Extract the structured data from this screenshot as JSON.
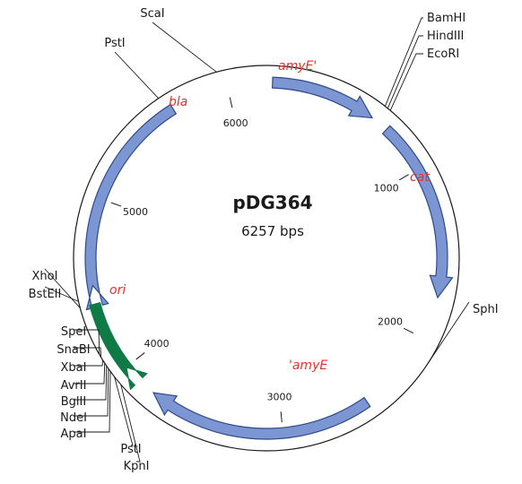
{
  "plasmid": {
    "name": "pDG364",
    "size_label": "6257 bps",
    "total_bp": 6257
  },
  "colors": {
    "backbone": "#1a1a1a",
    "gene_arrow": "#7b96d2",
    "gene_arrow_stroke": "#2f4a8a",
    "ori_arrow": "#0f7a45",
    "gene_label": "#e8312a"
  },
  "ticks": [
    {
      "bp": 1000,
      "label": "1000"
    },
    {
      "bp": 2000,
      "label": "2000"
    },
    {
      "bp": 3000,
      "label": "3000"
    },
    {
      "bp": 4000,
      "label": "4000"
    },
    {
      "bp": 5000,
      "label": "5000"
    },
    {
      "bp": 6000,
      "label": "6000"
    }
  ],
  "features": [
    {
      "name": "amyE'",
      "type": "gene",
      "label": "amyE'"
    },
    {
      "name": "cat",
      "type": "gene",
      "label": "cat"
    },
    {
      "name": "'amyE",
      "type": "gene",
      "label": "'amyE"
    },
    {
      "name": "ori",
      "type": "origin",
      "label": "ori"
    },
    {
      "name": "bla",
      "type": "gene",
      "label": "bla"
    }
  ],
  "sites": [
    {
      "name": "ScaI"
    },
    {
      "name": "PstI"
    },
    {
      "name": "BamHI"
    },
    {
      "name": "HindIII"
    },
    {
      "name": "EcoRI"
    },
    {
      "name": "SphI"
    },
    {
      "name": "XhoI"
    },
    {
      "name": "BstEII"
    },
    {
      "name": "SpeI"
    },
    {
      "name": "SnaBI"
    },
    {
      "name": "XbaI"
    },
    {
      "name": "AvrII"
    },
    {
      "name": "BglII"
    },
    {
      "name": "NdeI"
    },
    {
      "name": "ApaI"
    },
    {
      "name": "PstI"
    },
    {
      "name": "KpnI"
    }
  ]
}
